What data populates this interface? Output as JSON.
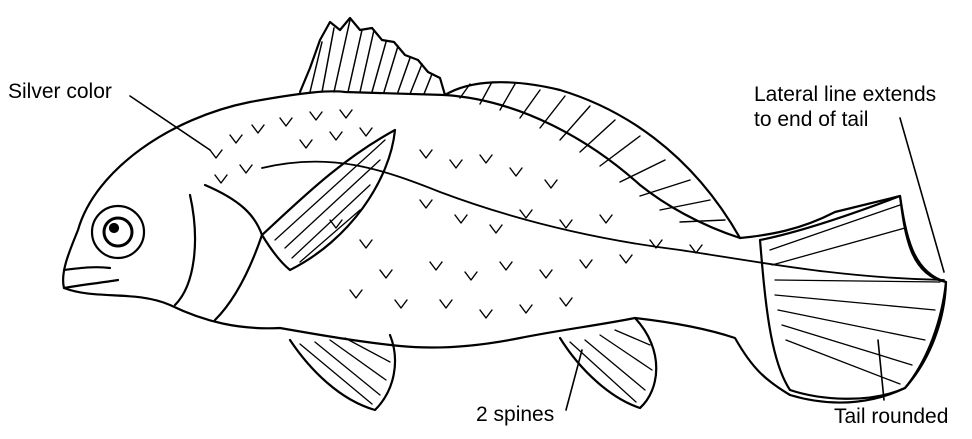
{
  "labels": {
    "silver_color": "Silver color",
    "lateral_line_1": "Lateral line extends",
    "lateral_line_2": "to end of tail",
    "two_spines": "2 spines",
    "tail_rounded": "Tail rounded"
  },
  "colors": {
    "ink": "#000000",
    "paper": "#ffffff"
  }
}
